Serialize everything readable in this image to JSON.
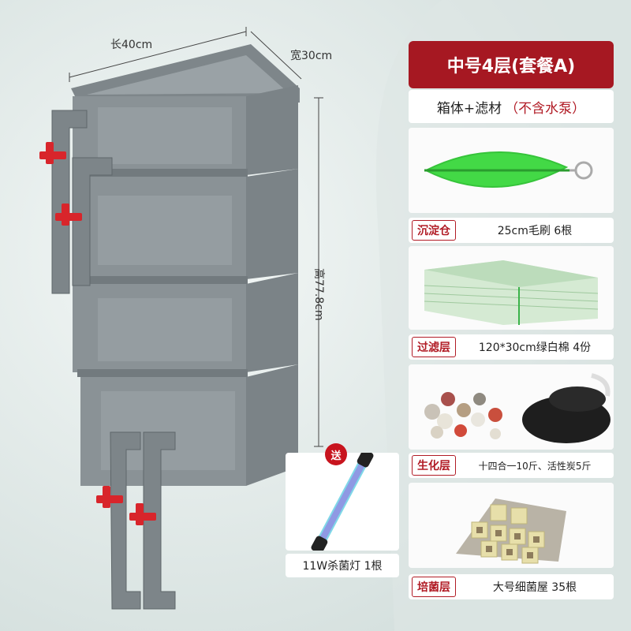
{
  "product": {
    "title": "中号4层(套餐A)",
    "subtitle_main": "箱体+滤材",
    "subtitle_note": "（不含水泵）"
  },
  "dimensions": {
    "length": "长40cm",
    "width": "宽30cm",
    "height": "高77.8cm"
  },
  "layers": [
    {
      "tag": "沉淀仓",
      "desc": "25cm毛刷 6根"
    },
    {
      "tag": "过滤层",
      "desc": "120*30cm绿白棉 4份"
    },
    {
      "tag": "生化层",
      "desc": "十四合一10斤、活性炭5斤"
    },
    {
      "tag": "培菌层",
      "desc": "大号细菌屋 35根"
    }
  ],
  "gift": {
    "badge": "送",
    "desc": "11W杀菌灯 1根"
  },
  "colors": {
    "accent_red": "#a61822",
    "box_gray": "#8b9296",
    "valve_red": "#d8252b"
  }
}
